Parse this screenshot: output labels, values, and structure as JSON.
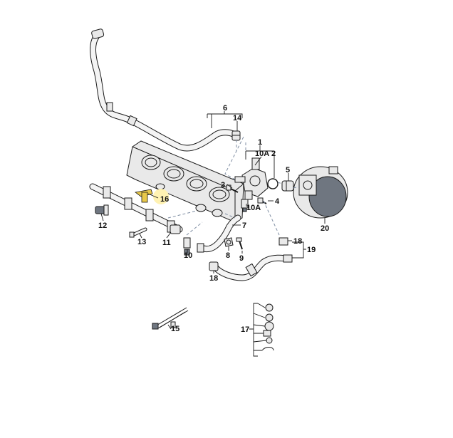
{
  "colors": {
    "background": "#ffffff",
    "line": "#1a1a1a",
    "highlight_part": "#e8c84a",
    "highlight_glow": "#fff2b3",
    "dashed_link": "#7f8ea3"
  },
  "callouts": {
    "c1": "1",
    "c2": "2",
    "c3": "3",
    "c4": "4",
    "c5": "5",
    "c6": "6",
    "c7": "7",
    "c8": "8",
    "c9": "9",
    "c10": "10",
    "c10a_top": "10A",
    "c10a_mid": "10A",
    "c11": "11",
    "c12": "12",
    "c13": "13",
    "c14": "14",
    "c15": "15",
    "c16": "16",
    "c17": "17",
    "c18_top": "18",
    "c18_bottom": "18",
    "c19": "19",
    "c20": "20"
  }
}
